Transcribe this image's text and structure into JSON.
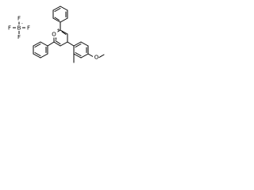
{
  "molecule": {
    "counterion": {
      "atoms": {
        "boron": "B",
        "boron_charge": "-",
        "f_top": "F",
        "f_left": "F",
        "f_right": "F",
        "f_bottom": "F"
      }
    },
    "cation": {
      "atoms": {
        "oxygen": "O",
        "oxygen_charge": "+",
        "methoxy_oxygen": "O"
      }
    }
  }
}
